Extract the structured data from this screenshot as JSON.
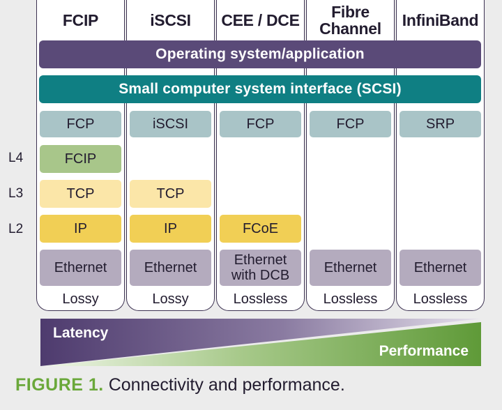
{
  "columns": [
    {
      "header": "FCIP",
      "protocol": "FCP",
      "l4": "FCIP",
      "l3": "TCP",
      "l2": "IP",
      "physical": "Ethernet",
      "loss": "Lossy"
    },
    {
      "header": "iSCSI",
      "protocol": "iSCSI",
      "l4": "",
      "l3": "TCP",
      "l2": "IP",
      "physical": "Ethernet",
      "loss": "Lossy"
    },
    {
      "header": "CEE / DCE",
      "protocol": "FCP",
      "l4": "",
      "l3": "",
      "l2": "FCoE",
      "physical": "Ethernet\nwith DCB",
      "loss": "Lossless"
    },
    {
      "header": "Fibre\nChannel",
      "protocol": "FCP",
      "l4": "",
      "l3": "",
      "l2": "",
      "physical": "Ethernet",
      "loss": "Lossless"
    },
    {
      "header": "InfiniBand",
      "protocol": "SRP",
      "l4": "",
      "l3": "",
      "l2": "",
      "physical": "Ethernet",
      "loss": "Lossless"
    }
  ],
  "bands": {
    "os_app": "Operating system/application",
    "scsi": "Small computer system interface (SCSI)"
  },
  "layer_labels": {
    "l4": "L4",
    "l3": "L3",
    "l2": "L2"
  },
  "tradeoff": {
    "latency_label": "Latency",
    "performance_label": "Performance"
  },
  "caption": {
    "figure_label": "FIGURE 1.",
    "text": "Connectivity and performance."
  },
  "colors": {
    "border": "#3c3151",
    "os_band": "#5a4a78",
    "scsi_band": "#0f7f83",
    "protocol_cell": "#a9c4c7",
    "l4_cell": "#a8c68a",
    "l3_cell": "#fbe6a8",
    "l2_cell": "#f1cf55",
    "physical_cell": "#b4abbe",
    "latency_wedge": "#4e3b6e",
    "performance_wedge": "#5f9a38",
    "figure_label": "#6aa83a"
  }
}
